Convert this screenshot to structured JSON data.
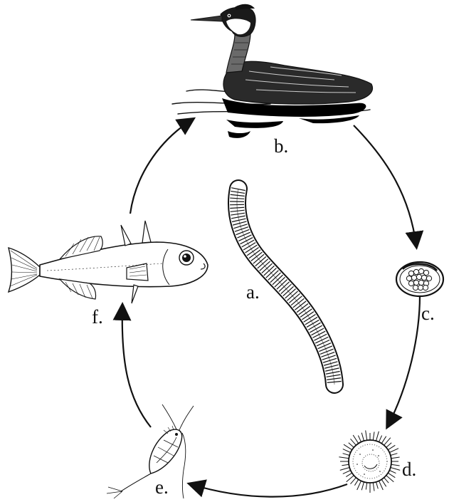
{
  "stage_labels": {
    "a": "a.",
    "b": "b.",
    "c": "c.",
    "d": "d.",
    "e": "e.",
    "f": "f."
  },
  "colors": {
    "ink": "#111111",
    "paper": "#ffffff",
    "water": "#000000"
  },
  "icons": [
    "grebe-bird-icon",
    "tapeworm-icon",
    "egg-icon",
    "coracidium-icon",
    "copepod-icon",
    "stickleback-fish-icon"
  ]
}
